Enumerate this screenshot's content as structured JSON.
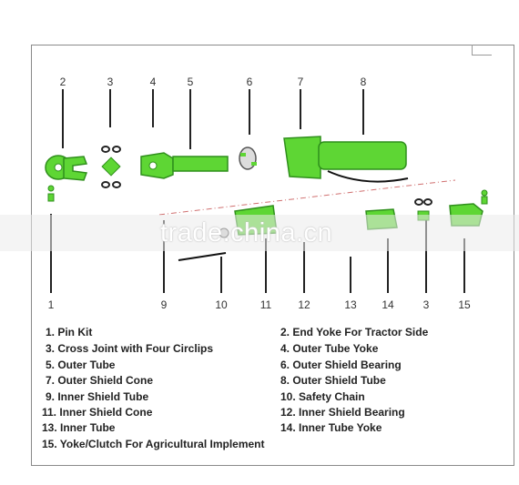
{
  "numbers_top": [
    "2",
    "3",
    "4",
    "5",
    "6",
    "7",
    "8"
  ],
  "numbers_bottom": [
    "1",
    "9",
    "10",
    "11",
    "12",
    "13",
    "14",
    "3",
    "15"
  ],
  "watermark": "trade.china.cn",
  "legend": [
    "1.  Pin Kit",
    "2.  End Yoke For Tractor Side",
    "3.  Cross Joint with Four Circlips",
    "4.  Outer Tube Yoke",
    "5.  Outer Tube",
    "6.  Outer Shield Bearing",
    "7.  Outer Shield Cone",
    "8.  Outer Shield Tube",
    "9.  Inner Shield Tube",
    "10. Safety Chain",
    "11. Inner Shield Cone",
    "12. Inner Shield Bearing",
    "13. Inner Tube",
    "14. Inner Tube Yoke",
    "15. Yoke/Clutch For Agricultural Implement"
  ],
  "colors": {
    "part_green": "#5ed634",
    "part_dark": "#2f8f1c",
    "leader": "#222222",
    "frame": "#8a8a8a"
  }
}
